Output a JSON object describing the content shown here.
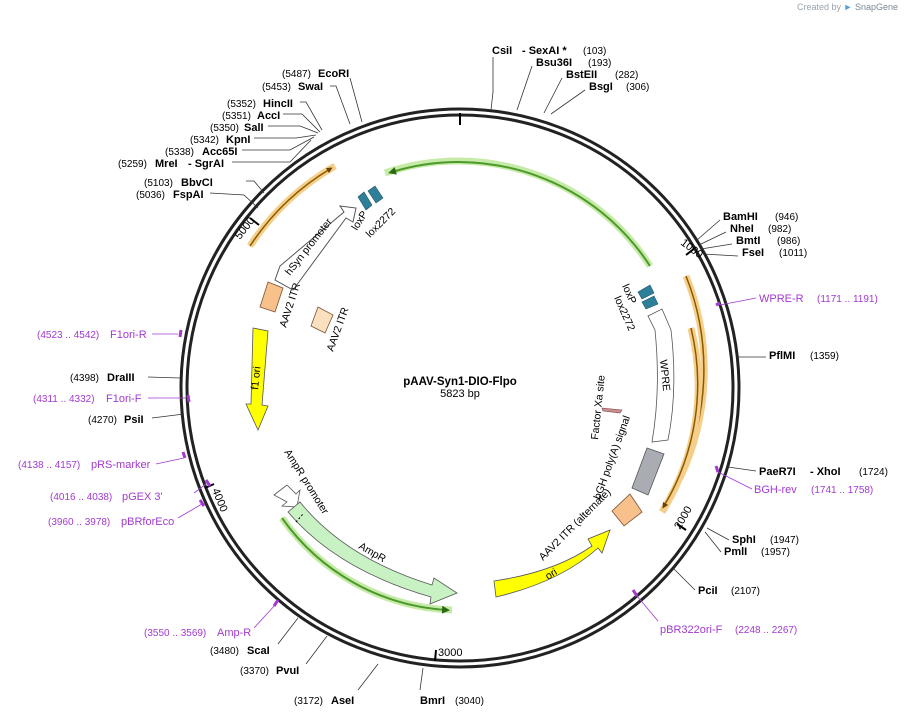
{
  "credit": {
    "prefix": "Created by",
    "brand": "SnapGene"
  },
  "plasmid": {
    "name": "pAAV-Syn1-DIO-Flpo",
    "size": "5823 bp"
  },
  "ticks": [
    "1000",
    "2000",
    "3000",
    "4000",
    "5000"
  ],
  "colors": {
    "backbone": "#222222",
    "green_arrow": "#4c9a2a",
    "orange_arrow": "#e39b2e",
    "ampr": "#c9f2c4",
    "ori": "#ffff00",
    "itr": "#f8c08a",
    "polyA": "#a9adb3",
    "loxp": "#2e7f99",
    "primer": "#a23ad0",
    "factor_xa": "#c98b8b"
  },
  "enzymes": [
    {
      "name": "CsiI",
      "suffix": "- SexAI *",
      "pos": "(103)"
    },
    {
      "name": "Bsu36I",
      "pos": "(193)"
    },
    {
      "name": "BstEII",
      "pos": "(282)"
    },
    {
      "name": "BsgI",
      "pos": "(306)"
    },
    {
      "name": "BamHI",
      "pos": "(946)"
    },
    {
      "name": "NheI",
      "pos": "(982)"
    },
    {
      "name": "BmtI",
      "pos": "(986)"
    },
    {
      "name": "FseI",
      "pos": "(1011)"
    },
    {
      "name": "PflMI",
      "pos": "(1359)"
    },
    {
      "name": "PaeR7I",
      "suffix": "- XhoI",
      "pos": "(1724)"
    },
    {
      "name": "SphI",
      "pos": "(1947)"
    },
    {
      "name": "PmlI",
      "pos": "(1957)"
    },
    {
      "name": "PciI",
      "pos": "(2107)"
    },
    {
      "name": "BmrI",
      "pos": "(3040)"
    },
    {
      "name": "AseI",
      "pos": "(3172)"
    },
    {
      "name": "PvuI",
      "pos": "(3370)"
    },
    {
      "name": "ScaI",
      "pos": "(3480)"
    },
    {
      "name": "PsiI",
      "pos": "(4270)"
    },
    {
      "name": "DraIII",
      "pos": "(4398)"
    },
    {
      "name": "FspAI",
      "pos": "(5036)"
    },
    {
      "name": "BbvCI",
      "pos": "(5103)"
    },
    {
      "name": "MreI",
      "suffix": "- SgrAI",
      "pos": "(5259)"
    },
    {
      "name": "Acc65I",
      "pos": "(5338)"
    },
    {
      "name": "KpnI",
      "pos": "(5342)"
    },
    {
      "name": "SalI",
      "pos": "(5350)"
    },
    {
      "name": "AccI",
      "pos": "(5351)"
    },
    {
      "name": "HincII",
      "pos": "(5352)"
    },
    {
      "name": "SwaI",
      "pos": "(5453)"
    },
    {
      "name": "EcoRI",
      "pos": "(5487)"
    }
  ],
  "primers": [
    {
      "name": "WPRE-R",
      "range": "(1171 .. 1191)"
    },
    {
      "name": "BGH-rev",
      "range": "(1741 .. 1758)"
    },
    {
      "name": "pBR322ori-F",
      "range": "(2248 .. 2267)"
    },
    {
      "name": "Amp-R",
      "range": "(3550 .. 3569)"
    },
    {
      "name": "pBRforEco",
      "range": "(3960 .. 3978)"
    },
    {
      "name": "pGEX 3'",
      "range": "(4016 .. 4038)"
    },
    {
      "name": "pRS-marker",
      "range": "(4138 .. 4157)"
    },
    {
      "name": "F1ori-F",
      "range": "(4311 .. 4332)"
    },
    {
      "name": "F1ori-R",
      "range": "(4523 .. 4542)"
    }
  ],
  "features": {
    "loxp_top": "loxP",
    "lox2272_top": "lox2272",
    "hsyn": "hSyn promoter",
    "itr_left_outer": "AAV2 ITR",
    "itr_left_inner": "AAV2 ITR",
    "f1ori": "f1 ori",
    "ampr_promoter": "AmpR promoter",
    "ampr": "AmpR",
    "ori": "ori",
    "itr_alt": "AAV2 ITR (alternate)",
    "bgh": "bGH poly(A) signal",
    "factor_xa": "Factor Xa site",
    "wpre": "WPRE",
    "loxp_right": "loxP",
    "lox2272_right": "lox2272"
  }
}
